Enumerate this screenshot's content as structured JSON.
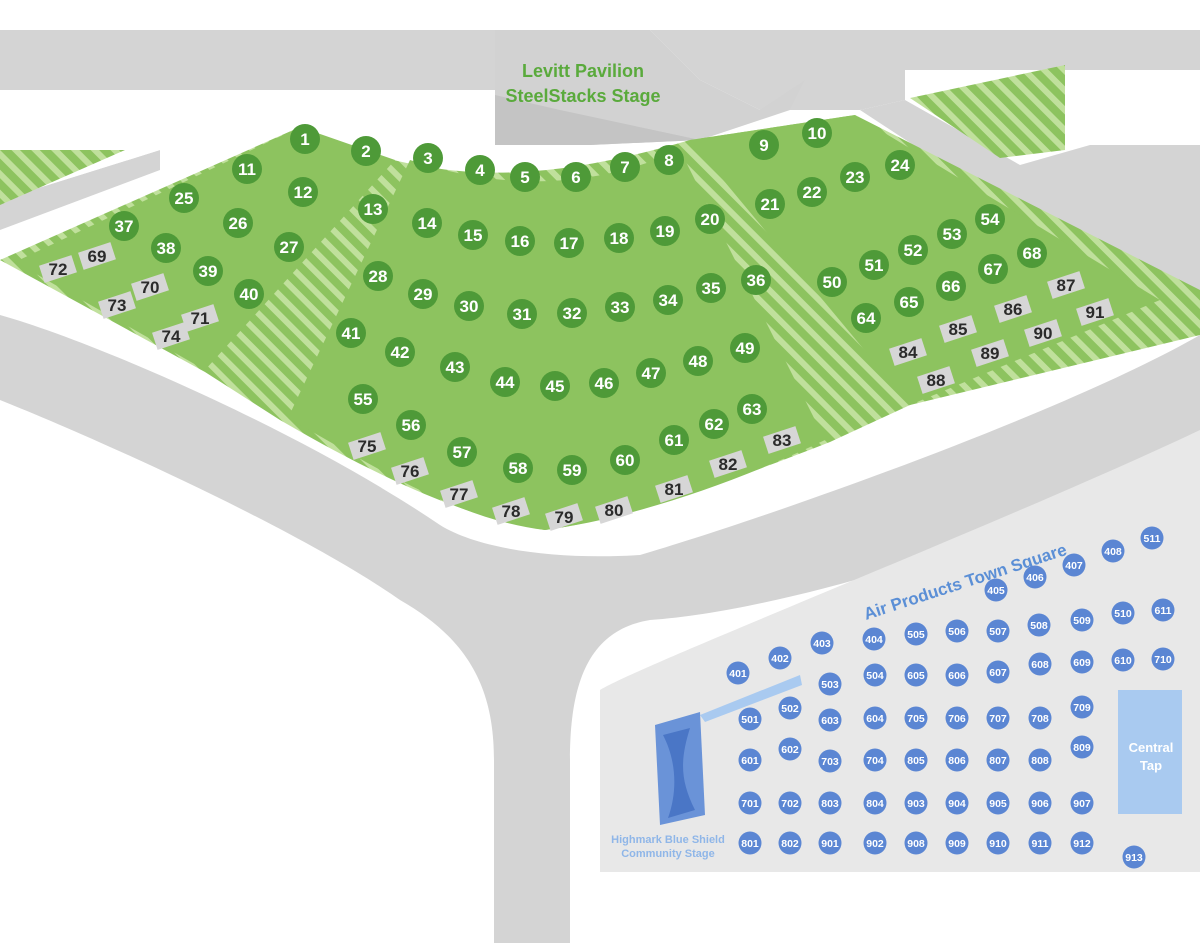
{
  "labels": {
    "stage_line1": "Levitt Pavilion",
    "stage_line2": "SteelStacks Stage",
    "town_square": "Air Products Town Square",
    "community_line1": "Highmark Blue Shield",
    "community_line2": "Community Stage",
    "tap_line1": "Central",
    "tap_line2": "Tap"
  },
  "colors": {
    "lawn": "#8dc35f",
    "lawn_hatch": "#b6da91",
    "seat_green": "#4e9a38",
    "seat_blue": "#5b86d3",
    "road": "#d4d4d4",
    "plaza": "#e8e8e8",
    "pad": "#d6d6d6",
    "tap": "#a9caf0",
    "stage_blue": "#6a93d8"
  },
  "green_circles": [
    "1",
    "2",
    "3",
    "4",
    "5",
    "6",
    "7",
    "8",
    "9",
    "10",
    "11",
    "12",
    "13",
    "14",
    "15",
    "16",
    "17",
    "18",
    "19",
    "20",
    "21",
    "22",
    "23",
    "24",
    "25",
    "26",
    "27",
    "28",
    "29",
    "30",
    "31",
    "32",
    "33",
    "34",
    "35",
    "36",
    "37",
    "38",
    "39",
    "40",
    "41",
    "42",
    "43",
    "44",
    "45",
    "46",
    "47",
    "48",
    "49",
    "50",
    "51",
    "52",
    "53",
    "54",
    "55",
    "56",
    "57",
    "58",
    "59",
    "60",
    "61",
    "62",
    "63",
    "64",
    "65",
    "66",
    "67",
    "68"
  ],
  "pads": [
    "69",
    "70",
    "71",
    "72",
    "73",
    "74",
    "75",
    "76",
    "77",
    "78",
    "79",
    "80",
    "81",
    "82",
    "83",
    "84",
    "85",
    "86",
    "87",
    "88",
    "89",
    "90",
    "91"
  ],
  "blue_circles": [
    "401",
    "402",
    "403",
    "404",
    "405",
    "406",
    "407",
    "408",
    "501",
    "502",
    "503",
    "504",
    "505",
    "506",
    "507",
    "508",
    "509",
    "510",
    "511",
    "601",
    "602",
    "603",
    "604",
    "605",
    "606",
    "607",
    "608",
    "609",
    "610",
    "611",
    "701",
    "702",
    "703",
    "704",
    "705",
    "706",
    "707",
    "708",
    "709",
    "710",
    "801",
    "802",
    "803",
    "804",
    "805",
    "806",
    "807",
    "808",
    "809",
    "901",
    "902",
    "903",
    "904",
    "905",
    "906",
    "907",
    "908",
    "909",
    "910",
    "911",
    "912",
    "913"
  ]
}
